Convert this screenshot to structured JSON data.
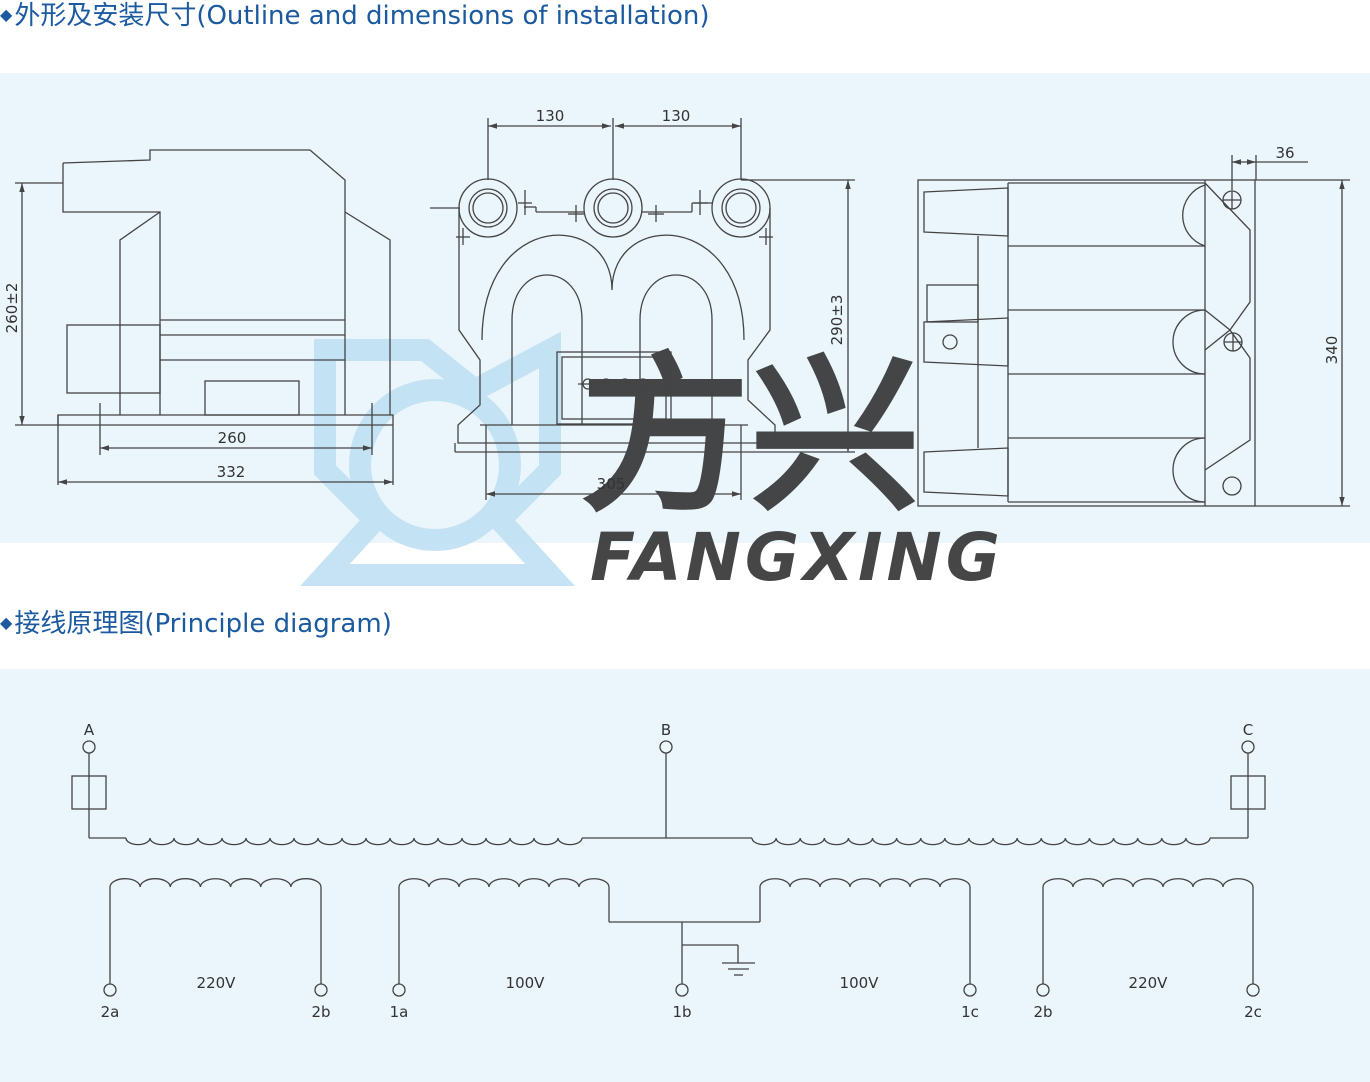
{
  "section_outline": {
    "title": "外形及安装尺寸(Outline and dimensions of installation)",
    "side_view": {
      "dim_height": "260±2",
      "dim_inner": "260",
      "dim_outer": "332"
    },
    "front_view": {
      "dim_left": "130",
      "dim_right": "130",
      "dim_height": "290±3",
      "dim_base": "305"
    },
    "top_view": {
      "dim_top": "36",
      "dim_height": "340"
    }
  },
  "watermark": {
    "brand_cn": "方兴",
    "brand_en": "FANGXING"
  },
  "section_principle": {
    "title": "接线原理图(Principle diagram)",
    "primary_terminals": [
      "A",
      "B",
      "C"
    ],
    "secondary_windings": [
      {
        "voltage": "220V",
        "left": "2a",
        "right": "2b"
      },
      {
        "voltage": "100V",
        "left": "1a",
        "right": "1b"
      },
      {
        "voltage": "100V",
        "left": "1b",
        "right": "1c"
      },
      {
        "voltage": "220V",
        "left": "2b",
        "right": "2c"
      }
    ]
  },
  "colors": {
    "heading": "#1c5aa0",
    "panel_bg": "#eaf5fc",
    "line": "#444444",
    "watermark_blue": "#bfe0f4",
    "watermark_gray": "#d3d6d8"
  }
}
